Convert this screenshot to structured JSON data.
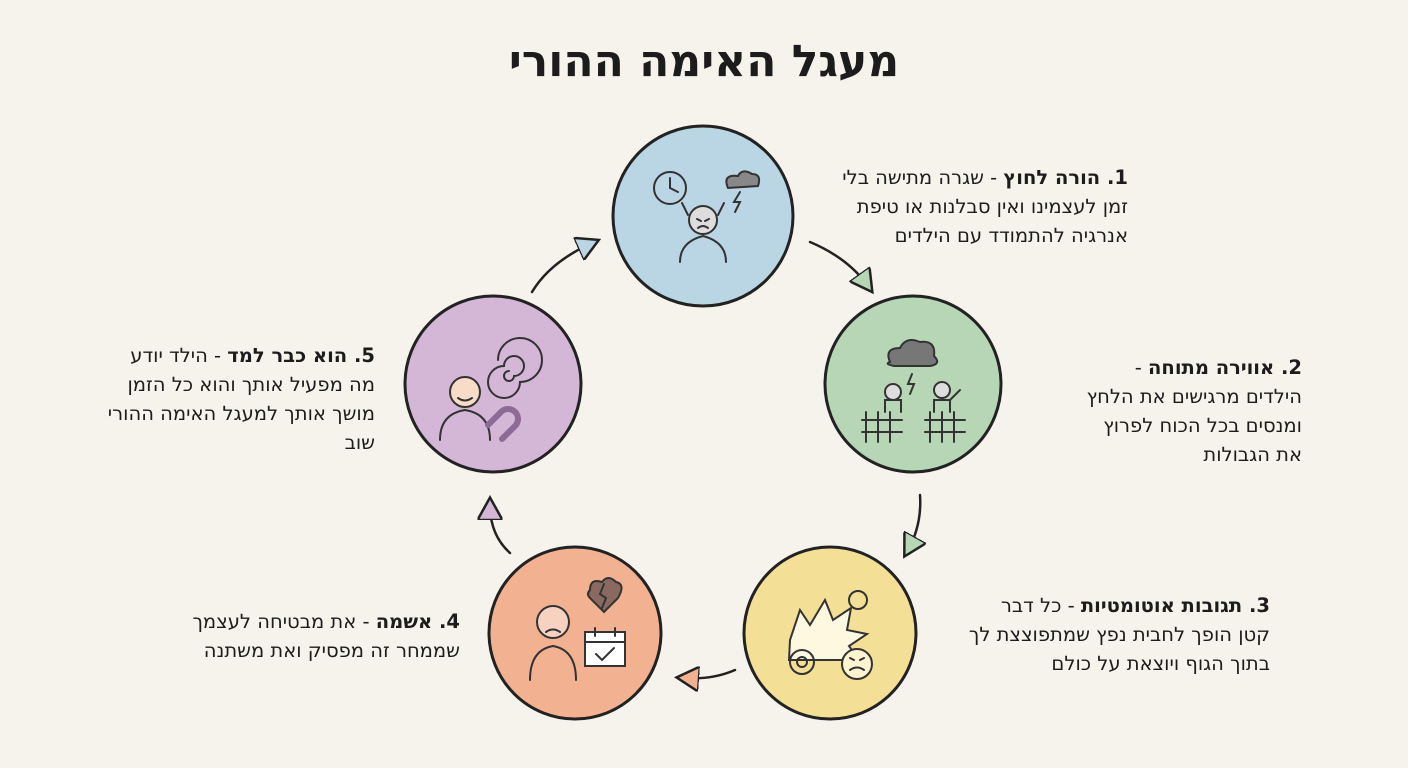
{
  "title": "מעגל האימה ההורי",
  "steps": [
    {
      "num": "1.",
      "heading": "הורה לחוץ",
      "sep": " - ",
      "text": "שגרה מתישה בלי זמן לעצמינו ואין סבלנות או טיפת אנרגיה להתמודד עם הילדים",
      "color": "#bad5e3",
      "icon": "stressed-parent-icon"
    },
    {
      "num": "2.",
      "heading": "אווירה מתוחה",
      "sep": " - ",
      "text": "הילדים מרגישים את הלחץ ומנסים בכל הכוח לפרוץ את הגבולות",
      "color": "#b7d6b6",
      "icon": "children-storm-icon"
    },
    {
      "num": "3.",
      "heading": "תגובות אוטומטיות",
      "sep": " - ",
      "text": "כל דבר קטן הופך לחבית נפץ שמתפוצצת לך בתוך הגוף ויוצאת על כולם",
      "color": "#f4df97",
      "icon": "explosion-gears-icon"
    },
    {
      "num": "4.",
      "heading": "אשמה",
      "sep": " - ",
      "text": "את מבטיחה לעצמך שממחר זה מפסיק ואת משתנה",
      "color": "#f2b190",
      "icon": "guilty-parent-icon"
    },
    {
      "num": "5.",
      "heading": "הוא כבר למד",
      "sep": " - ",
      "text": "הילד יודע מה מפעיל אותך והוא כל הזמן מושך אותך למעגל האימה ההורי שוב",
      "color": "#d4b7d7",
      "icon": "child-magnet-icon"
    }
  ]
}
